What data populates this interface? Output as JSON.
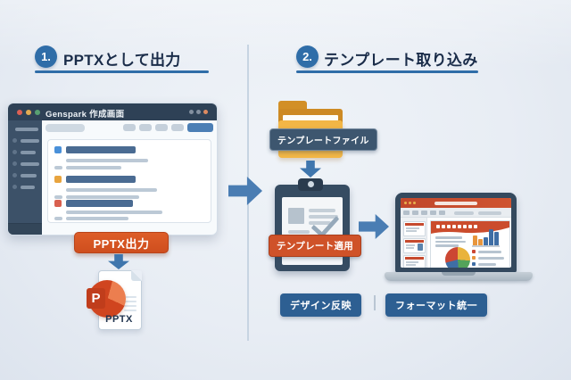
{
  "diagram": {
    "steps": [
      {
        "number": "1.",
        "title": "PPTXとして出力"
      },
      {
        "number": "2.",
        "title": "テンプレート取り込み"
      }
    ],
    "browser": {
      "title": "Genspark 作成画面"
    },
    "export_button_label": "PPTX出力",
    "pptx_file": {
      "logo_letter": "P",
      "label": "PPTX"
    },
    "folder_label": "テンプレートファイル",
    "clipboard_label": "テンプレート適用",
    "result_badges": [
      {
        "label": "デザイン反映"
      },
      {
        "label": "フォーマット統一"
      }
    ],
    "colors": {
      "accent_blue": "#2f6da8",
      "arrow_blue": "#4a7db3",
      "button_orange": "#d35420",
      "folder_amber": "#f2b646",
      "window_navy": "#2e4156",
      "tag_navy": "#3d566f",
      "tag_orange": "#cf5229",
      "badge_blue": "#2d5f92"
    }
  }
}
